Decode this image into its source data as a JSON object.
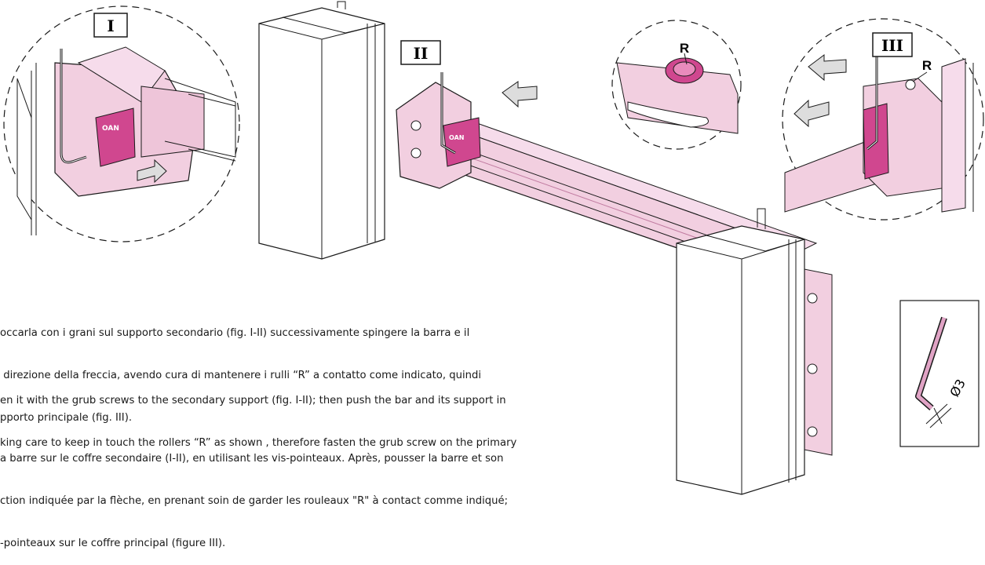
{
  "figure_labels": {
    "fig1": "I",
    "fig2": "II",
    "fig3": "III"
  },
  "roller_label": "R",
  "tool_label": "Ø3",
  "text_it": [
    "occarla con i grani sul supporto secondario (fig. I-II) successivamente spingere la barra e il",
    " direzione della freccia, avendo cura di mantenere i rulli “R” a contatto come indicato, quindi",
    "pporto principale (fig. III)."
  ],
  "text_en": [
    "en it with the grub screws to the secondary support (fig. I-II); then push the bar and its support in",
    "king care to keep in touch the rollers “R” as shown , therefore fasten the grub screw on the primary"
  ],
  "text_fr": [
    "a barre sur le coffre secondaire (I-II), en utilisant les vis-pointeaux. Après, pousser la barre et son",
    "ction indiquée par la flèche, en prenant soin de garder les rouleaux \"R\" à contact comme indiqué;",
    "-pointeaux sur le coffre principal (figure III)."
  ],
  "colors": {
    "pink": "#f2cfe0",
    "pink_dark": "#d889b3",
    "magenta": "#d0478f",
    "arrow": "#dddddd",
    "line": "#1a1a1a"
  }
}
